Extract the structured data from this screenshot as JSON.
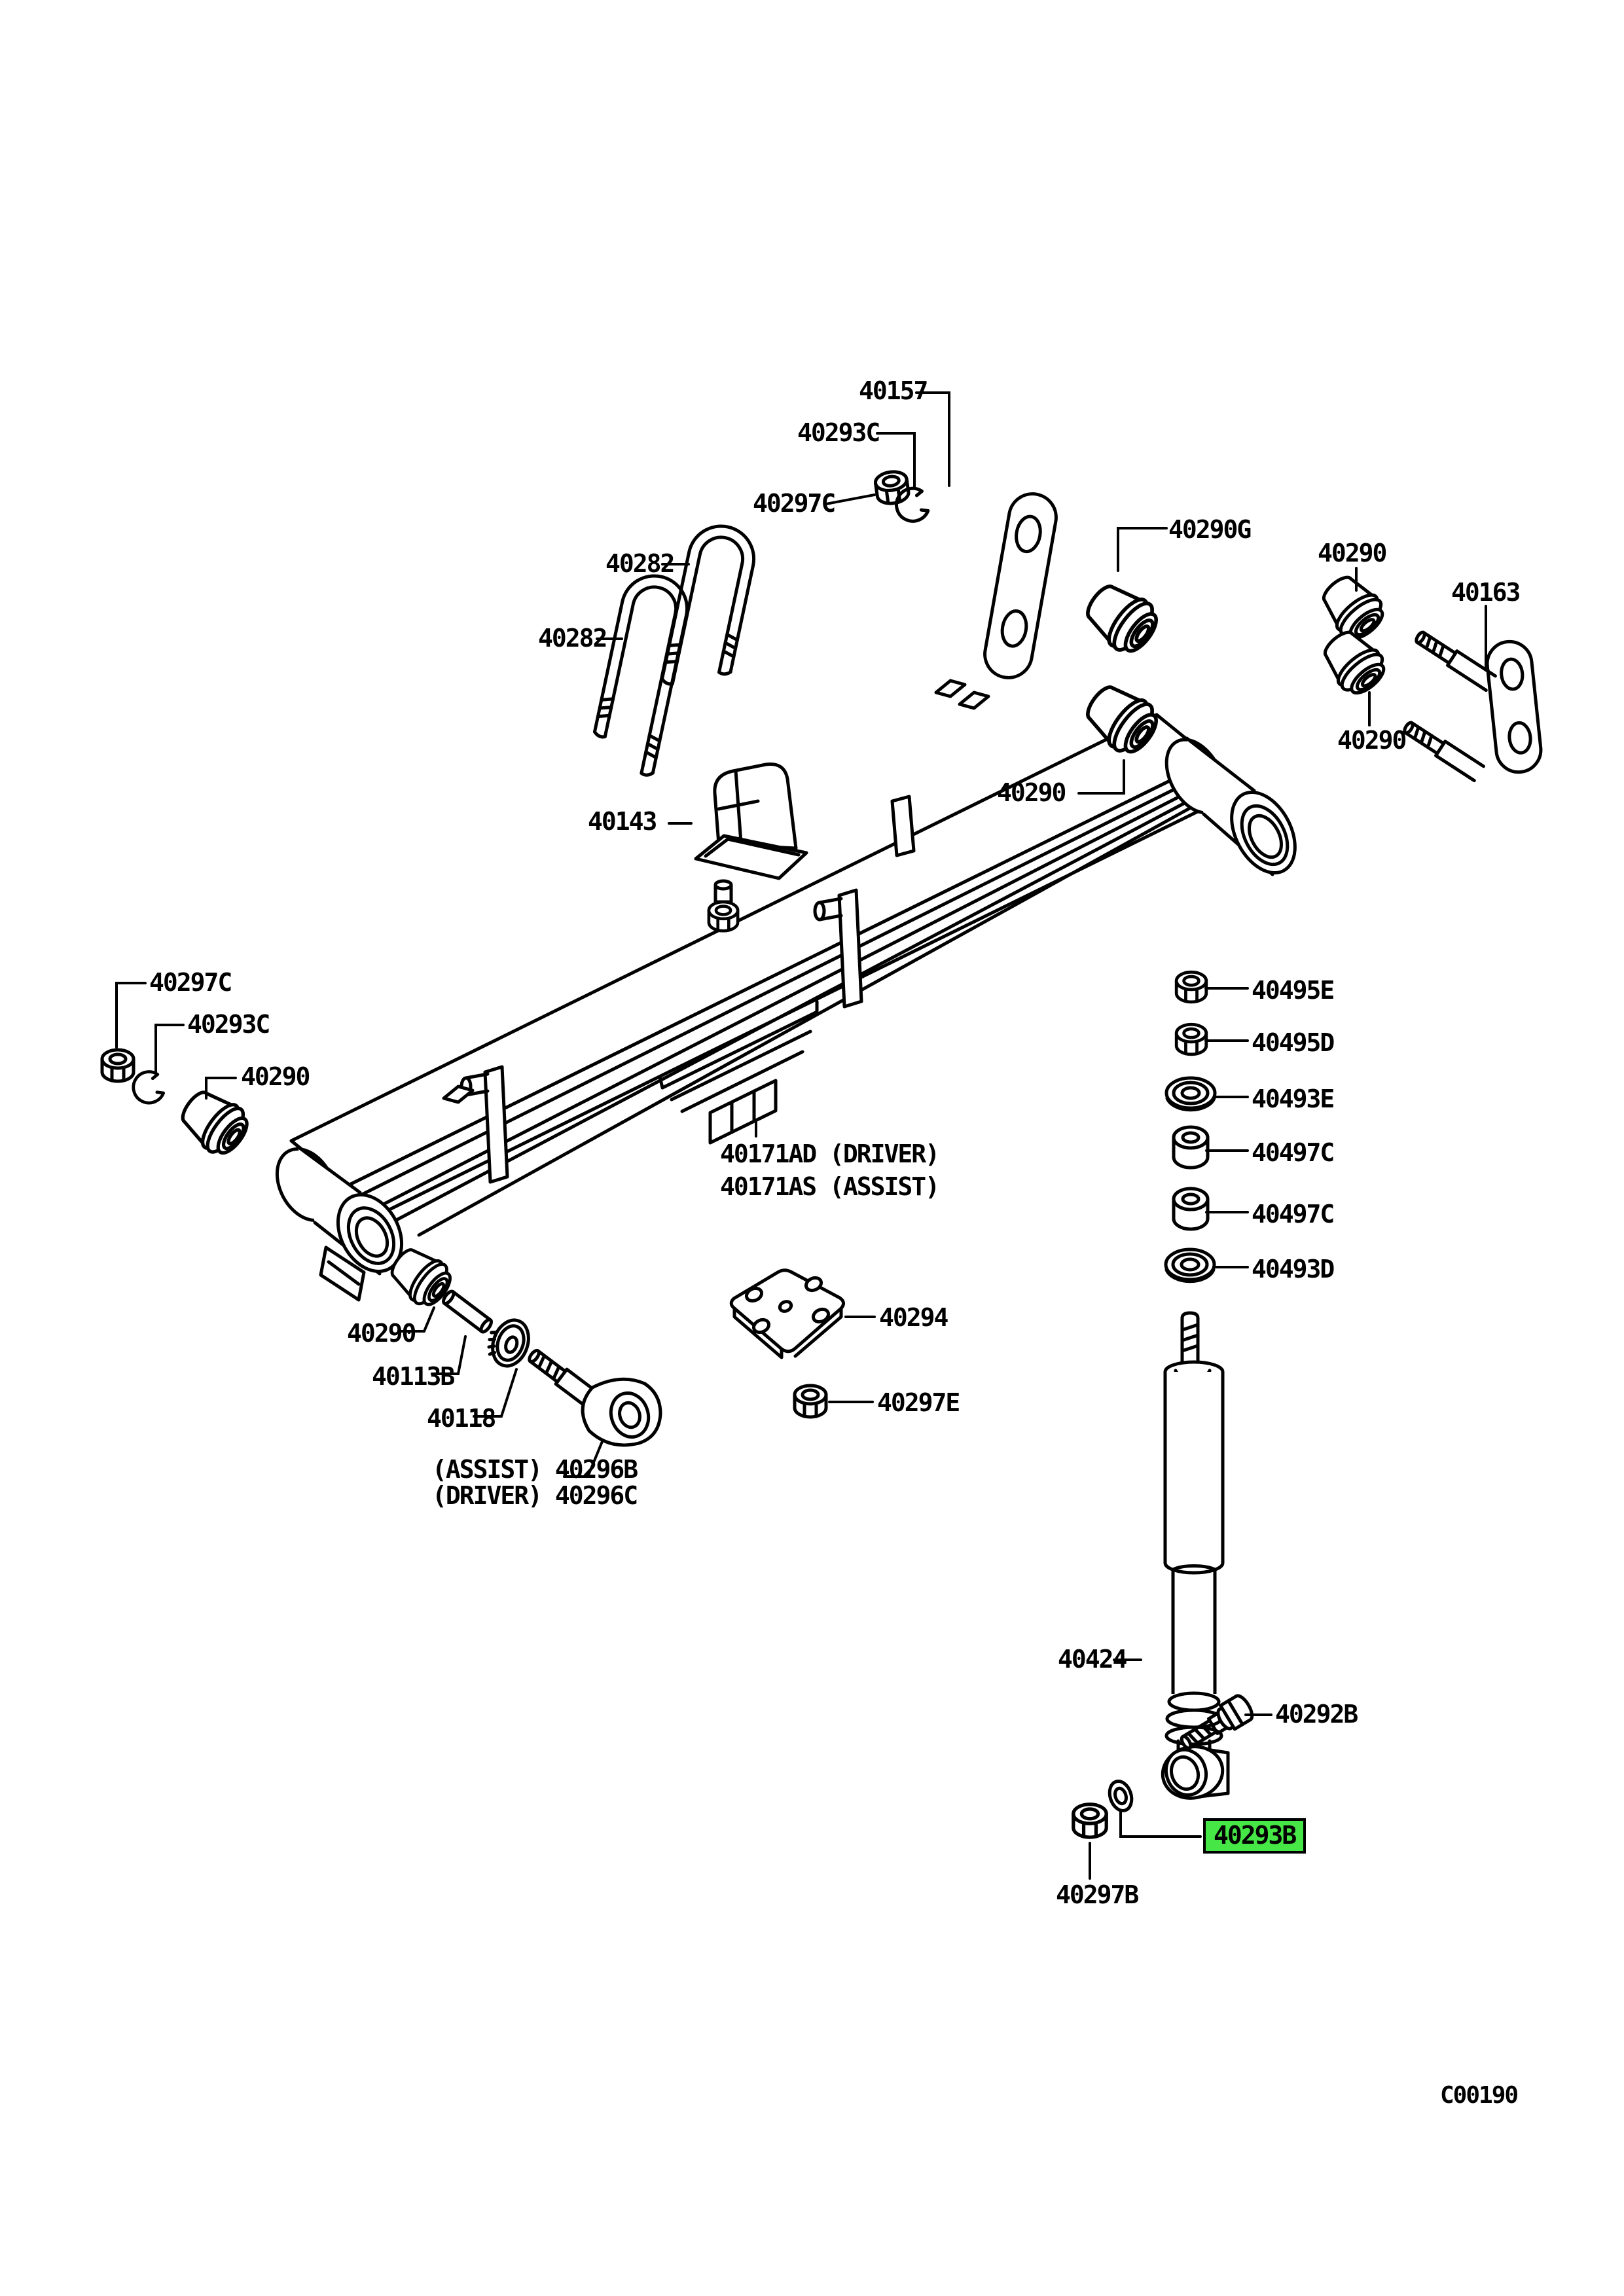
{
  "diagram": {
    "figure_code": "C00190",
    "background": "#ffffff",
    "line_color": "#000000",
    "highlight_color": "#45e645",
    "highlighted_part": "40293B",
    "labels": [
      {
        "text": "40157"
      },
      {
        "text": "40293C"
      },
      {
        "text": "40297C"
      },
      {
        "text": "40282"
      },
      {
        "text": "40290G"
      },
      {
        "text": "40282"
      },
      {
        "text": "40290"
      },
      {
        "text": "40163"
      },
      {
        "text": "40290"
      },
      {
        "text": "40143"
      },
      {
        "text": "40297C"
      },
      {
        "text": "40293C"
      },
      {
        "text": "40290"
      },
      {
        "text": "40290"
      },
      {
        "text": "40171AD (DRIVER)"
      },
      {
        "text": "40171AS (ASSIST)"
      },
      {
        "text": "40294"
      },
      {
        "text": "40297E"
      },
      {
        "text": "40290"
      },
      {
        "text": "40113B"
      },
      {
        "text": "40118"
      },
      {
        "text": "(ASSIST) 40296B"
      },
      {
        "text": "(DRIVER) 40296C"
      },
      {
        "text": "40424"
      },
      {
        "text": "40292B"
      },
      {
        "text": "40293B"
      },
      {
        "text": "40297B"
      },
      {
        "text": "40495E"
      },
      {
        "text": "40495D"
      },
      {
        "text": "40493E"
      },
      {
        "text": "40497C"
      },
      {
        "text": "40497C"
      },
      {
        "text": "40493D"
      }
    ]
  }
}
